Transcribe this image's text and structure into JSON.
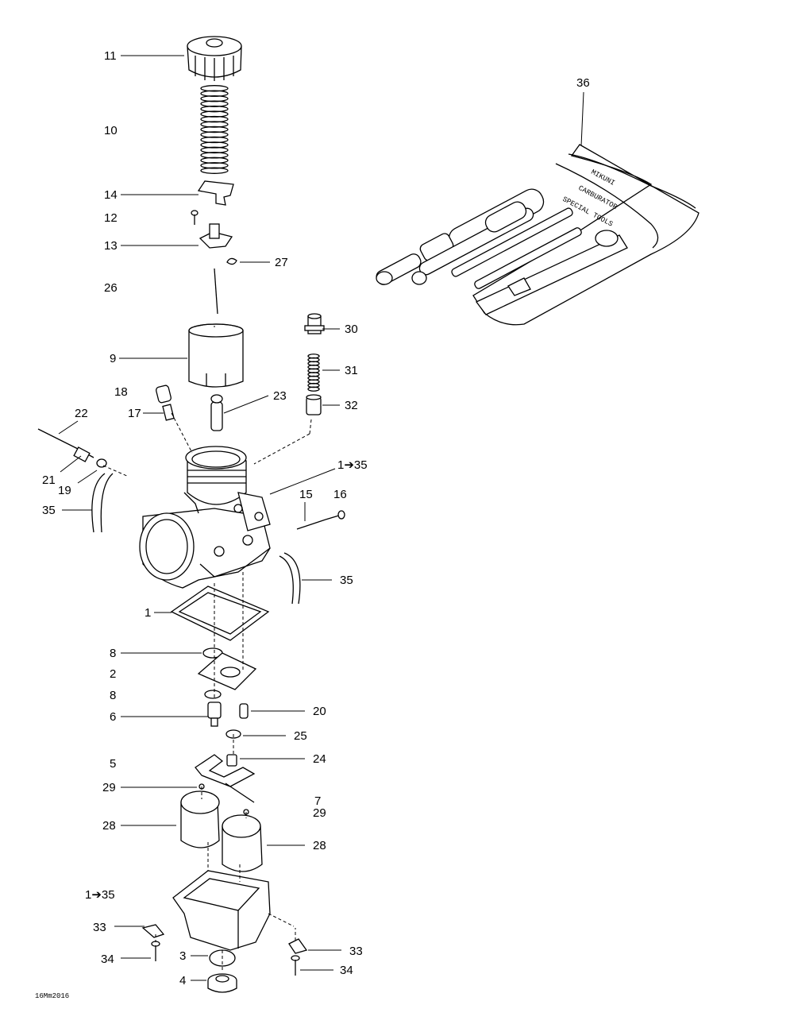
{
  "callouts": {
    "c11": "11",
    "c10": "10",
    "c14": "14",
    "c12": "12",
    "c13": "13",
    "c27": "27",
    "c26": "26",
    "c30": "30",
    "c31": "31",
    "c9": "9",
    "c18": "18",
    "c17": "17",
    "c23": "23",
    "c32": "32",
    "c22": "22",
    "c1_35_top": "1➔35",
    "c21": "21",
    "c19": "19",
    "c35_left": "35",
    "c15": "15",
    "c16": "16",
    "c35_right": "35",
    "c1": "1",
    "c8a": "8",
    "c2": "2",
    "c8b": "8",
    "c6": "6",
    "c20": "20",
    "c25": "25",
    "c5": "5",
    "c24": "24",
    "c29a": "29",
    "c7": "7",
    "c29b": "29",
    "c28a": "28",
    "c28b": "28",
    "c1_35_bottom": "1➔35",
    "c33a": "33",
    "c3": "3",
    "c33b": "33",
    "c34a": "34",
    "c34b": "34",
    "c4": "4",
    "c36": "36"
  },
  "tool_kit": {
    "brand_text": "MIKUNI",
    "name_text": "CARBURATOR",
    "sub_text": "SPECIAL TOOLS"
  },
  "figure_code": "16Mm2016"
}
